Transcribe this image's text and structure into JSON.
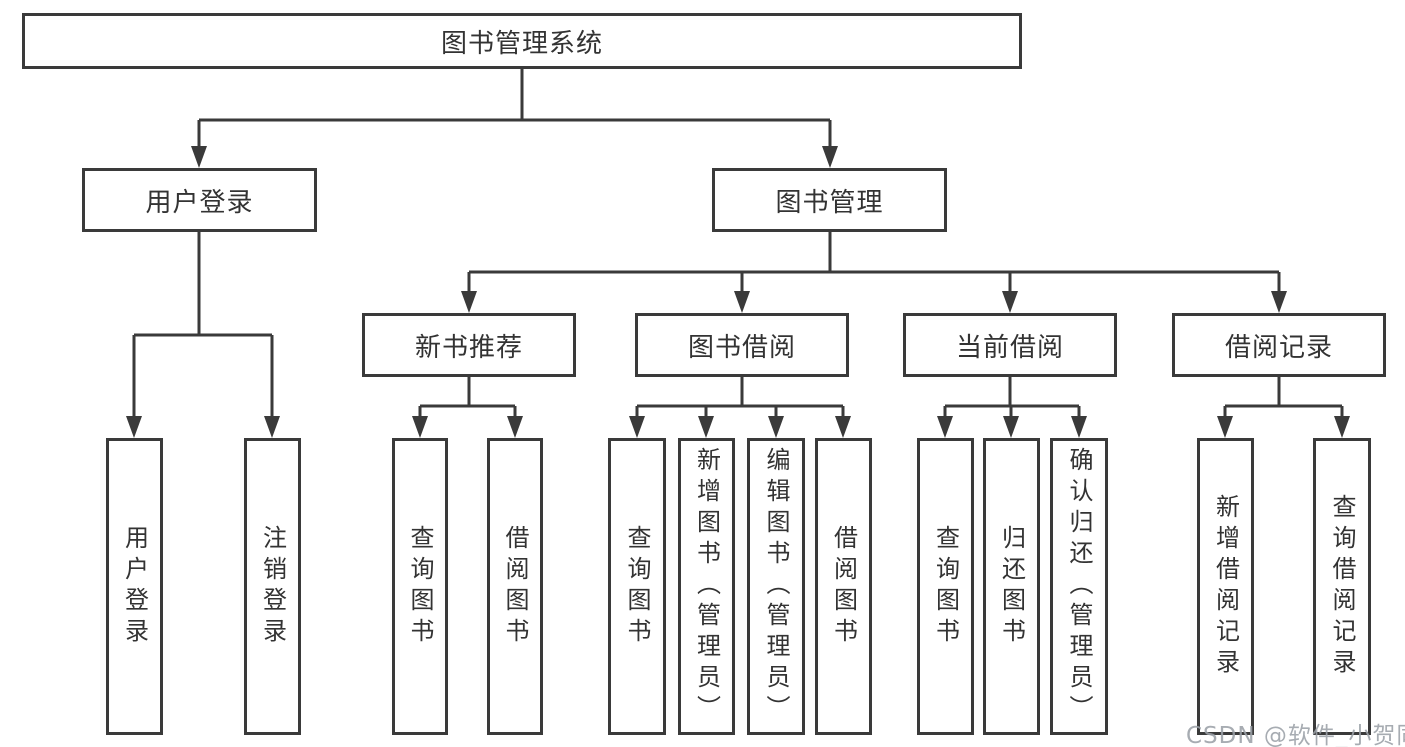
{
  "tree": {
    "root": {
      "label": "图书管理系统"
    },
    "user": {
      "label": "用户登录",
      "children": [
        {
          "label": "用户登录"
        },
        {
          "label": "注销登录"
        }
      ]
    },
    "mgmt": {
      "label": "图书管理",
      "sections": [
        {
          "label": "新书推荐",
          "children": [
            {
              "label": "查询图书"
            },
            {
              "label": "借阅图书"
            }
          ]
        },
        {
          "label": "图书借阅",
          "children": [
            {
              "label": "查询图书"
            },
            {
              "label": "新增图书（管理员）"
            },
            {
              "label": "编辑图书（管理员）"
            },
            {
              "label": "借阅图书"
            }
          ]
        },
        {
          "label": "当前借阅",
          "children": [
            {
              "label": "查询图书"
            },
            {
              "label": "归还图书"
            },
            {
              "label": "确认归还（管理员）"
            }
          ]
        },
        {
          "label": "借阅记录",
          "children": [
            {
              "label": "新增借阅记录"
            },
            {
              "label": "查询借阅记录"
            }
          ]
        }
      ]
    }
  },
  "watermark": {
    "text": "CSDN @软件_小贺同学"
  },
  "colors": {
    "line": "#3a3a3a",
    "text": "#333333",
    "background": "#ffffff",
    "watermark": "#9ba0a7"
  }
}
